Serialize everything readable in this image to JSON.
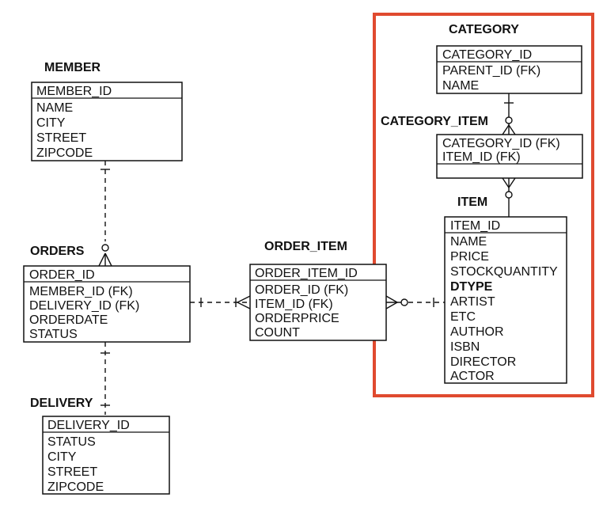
{
  "colors": {
    "highlight": "#e04a2f",
    "line": "#111111"
  },
  "entities": {
    "member": {
      "title": "MEMBER",
      "pk": "MEMBER_ID",
      "attrs": [
        "NAME",
        "CITY",
        "STREET",
        "ZIPCODE"
      ]
    },
    "orders": {
      "title": "ORDERS",
      "pk": "ORDER_ID",
      "attrs": [
        "MEMBER_ID (FK)",
        "DELIVERY_ID (FK)",
        "ORDERDATE",
        "STATUS"
      ]
    },
    "delivery": {
      "title": "DELIVERY",
      "pk": "DELIVERY_ID",
      "attrs": [
        "STATUS",
        "CITY",
        "STREET",
        "ZIPCODE"
      ]
    },
    "order_item": {
      "title": "ORDER_ITEM",
      "pk": "ORDER_ITEM_ID",
      "attrs": [
        "ORDER_ID (FK)",
        "ITEM_ID (FK)",
        "ORDERPRICE",
        "COUNT"
      ]
    },
    "category": {
      "title": "CATEGORY",
      "pk": "CATEGORY_ID",
      "attrs": [
        "PARENT_ID (FK)",
        "NAME"
      ]
    },
    "category_item": {
      "title": "CATEGORY_ITEM",
      "pk": "CATEGORY_ID (FK)",
      "pk2": "ITEM_ID (FK)"
    },
    "item": {
      "title": "ITEM",
      "pk": "ITEM_ID",
      "attrs": [
        "NAME",
        "PRICE",
        "STOCKQUANTITY",
        "DTYPE",
        "ARTIST",
        "ETC",
        "AUTHOR",
        "ISBN",
        "DIRECTOR",
        "ACTOR"
      ]
    }
  }
}
